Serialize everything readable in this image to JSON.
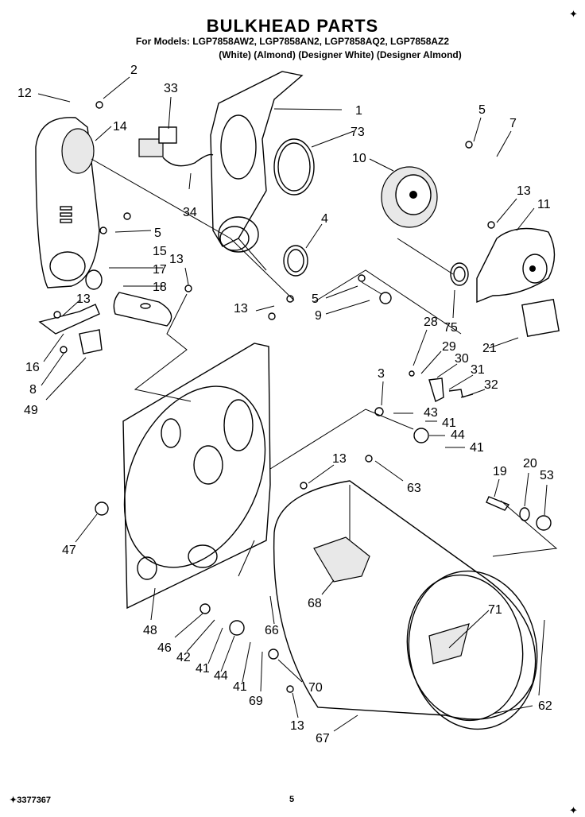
{
  "header": {
    "title": "BULKHEAD PARTS",
    "models": "For Models: LGP7858AW2, LGP7858AN2, LGP7858AQ2, LGP7858AZ2",
    "colors": "(White)        (Almond) (Designer White) (Designer Almond)"
  },
  "footer": {
    "doc_number": "3377367",
    "page": "5"
  },
  "callouts": [
    "1",
    "2",
    "3",
    "4",
    "5",
    "5",
    "5",
    "7",
    "9",
    "10",
    "11",
    "12",
    "13",
    "13",
    "13",
    "13",
    "13",
    "13",
    "14",
    "15",
    "16",
    "17",
    "18",
    "19",
    "20",
    "21",
    "28",
    "29",
    "30",
    "31",
    "32",
    "33",
    "34",
    "41",
    "41",
    "41",
    "41",
    "42",
    "43",
    "44",
    "44",
    "46",
    "47",
    "48",
    "49",
    "53",
    "62",
    "63",
    "66",
    "67",
    "68",
    "69",
    "70",
    "71",
    "73",
    "75",
    "8"
  ]
}
